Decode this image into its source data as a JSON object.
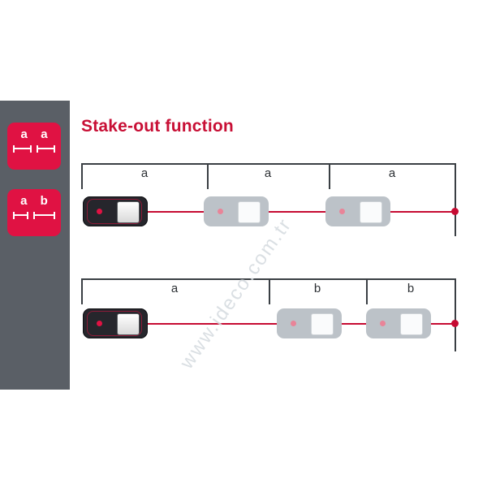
{
  "title": "Stake-out function",
  "watermark": "www.ideco.com.tr",
  "colors": {
    "accent_red": "#e01243",
    "title_red": "#c80f35",
    "laser_red": "#c60b32",
    "sidebar_gray": "#5a5f66",
    "device_dark": "#26262c",
    "device_ghost": "#bcc2c8",
    "dimension_line": "#3a3f44"
  },
  "sidebar": {
    "tiles": [
      {
        "id": "stakeout-equal",
        "left_letter": "a",
        "right_letter": "a"
      },
      {
        "id": "stakeout-ab",
        "left_letter": "a",
        "right_letter": "b"
      }
    ]
  },
  "diagrams": [
    {
      "name": "equal-intervals",
      "segments": [
        "a",
        "a",
        "a"
      ]
    },
    {
      "name": "first-then-repeat",
      "segments": [
        "a",
        "b",
        "b"
      ]
    }
  ]
}
